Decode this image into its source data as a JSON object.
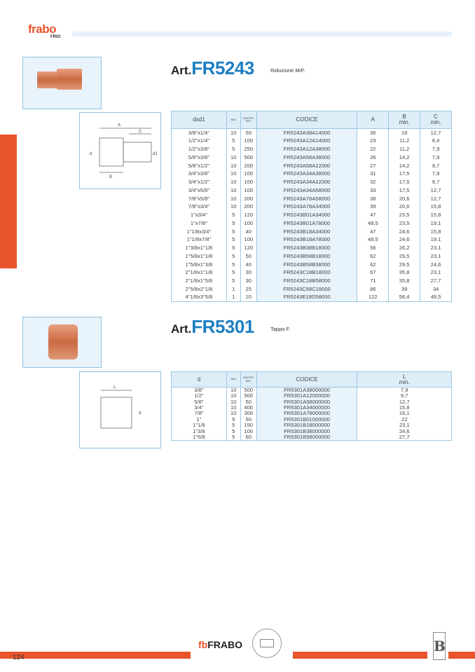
{
  "header": {
    "logo": "frabo",
    "logo_sub": "FRIO"
  },
  "footer": {
    "page_number": "124",
    "brand": "FRABO",
    "brand_mark": "fb",
    "bgroup": "B"
  },
  "colors": {
    "accent": "#e8542c",
    "brand_blue": "#1d7ec2",
    "table_header": "#ddeef9"
  },
  "products": [
    {
      "art": "Art.",
      "code": "FR5243",
      "desc": "Riduzione M/F.",
      "drawing_labels": [
        "A",
        "C",
        "B",
        "d",
        "d1"
      ],
      "headers": [
        "dxd1",
        "BAG",
        "MASTER BOX",
        "CODICE",
        "A",
        "B min.",
        "C min."
      ],
      "rows": [
        [
          "3/8\"x1/4\"",
          "10",
          "50",
          "FR5243A38A14000",
          "35",
          "18",
          "12,7"
        ],
        [
          "1/2\"x1/4\"",
          "5",
          "100",
          "FR5243A12A14000",
          "23",
          "11,2",
          "6,4"
        ],
        [
          "1/2\"x3/8\"",
          "5",
          "250",
          "FR5243A12A38000",
          "22",
          "11,2",
          "7,9"
        ],
        [
          "5/8\"x3/8\"",
          "10",
          "500",
          "FR5243A58A38000",
          "26",
          "14,2",
          "7,9"
        ],
        [
          "5/8\"x1/2\"",
          "10",
          "200",
          "FR5243A58A12000",
          "27",
          "14,2",
          "9,7"
        ],
        [
          "3/4\"x3/8\"",
          "10",
          "100",
          "FR5243A34A38000",
          "31",
          "17,5",
          "7,9"
        ],
        [
          "3/4\"x1/2\"",
          "10",
          "100",
          "FR5243A34A12000",
          "32",
          "17,5",
          "9,7"
        ],
        [
          "3/4\"x5/8\"",
          "10",
          "100",
          "FR5243A34A58000",
          "33",
          "17,5",
          "12,7"
        ],
        [
          "7/8\"x5/8\"",
          "10",
          "200",
          "FR5243A78A58000",
          "38",
          "20,6",
          "12,7"
        ],
        [
          "7/8\"x3/4\"",
          "10",
          "200",
          "FR5243A78A34000",
          "39",
          "20,6",
          "15,8"
        ],
        [
          "1\"x3/4\"",
          "5",
          "120",
          "FR5243B01A34000",
          "47",
          "23,5",
          "15,8"
        ],
        [
          "1\"x7/8\"",
          "5",
          "100",
          "FR5243B01A78000",
          "48,5",
          "23,5",
          "19,1"
        ],
        [
          "1\"1/8x3/4\"",
          "5",
          "40",
          "FR5243B18A34000",
          "47",
          "24,6",
          "15,8"
        ],
        [
          "1\"1/8x7/8\"",
          "5",
          "100",
          "FR5243B18A78000",
          "48,5",
          "24,6",
          "19,1"
        ],
        [
          "1\"3/8x1\"1/8",
          "5",
          "120",
          "FR5243B38B18000",
          "56",
          "26,2",
          "23,1"
        ],
        [
          "1\"5/8x1\"1/8",
          "5",
          "50",
          "FR5243B58B18000",
          "62",
          "29,5",
          "23,1"
        ],
        [
          "1\"5/8x1\"3/8",
          "5",
          "40",
          "FR5243B58B38000",
          "62",
          "29,5",
          "24,6"
        ],
        [
          "2\"1/8x1\"1/8",
          "5",
          "30",
          "FR5243C18B18000",
          "67",
          "35,8",
          "23,1"
        ],
        [
          "2\"1/8x1\"5/8",
          "5",
          "30",
          "FR5243C18B58000",
          "71",
          "35,8",
          "27,7"
        ],
        [
          "2\"5/8x2\"1/8",
          "1",
          "25",
          "FR5243C58C18000",
          "86",
          "39",
          "34"
        ],
        [
          "4\"1/8x3\"5/8",
          "1",
          "10",
          "FR5243E18D58000",
          "122",
          "56,4",
          "48,5"
        ]
      ]
    },
    {
      "art": "Art.",
      "code": "FR5301",
      "desc": "Tappo F.",
      "drawing_labels": [
        "L",
        "d"
      ],
      "headers": [
        "d",
        "BAG",
        "MASTER BOX",
        "CODICE",
        "L min."
      ],
      "rows": [
        [
          "3/8\"",
          "10",
          "500",
          "FR5301A38000000",
          "7,9"
        ],
        [
          "1/2\"",
          "10",
          "500",
          "FR5301A12000000",
          "9,7"
        ],
        [
          "5/8\"",
          "10",
          "50",
          "FR5301A58000000",
          "12,7"
        ],
        [
          "3/4\"",
          "10",
          "400",
          "FR5301A34000000",
          "15,8"
        ],
        [
          "7/8\"",
          "10",
          "300",
          "FR5301A78000000",
          "19,1"
        ],
        [
          "1\"",
          "5",
          "50",
          "FR5301B01000000",
          "22"
        ],
        [
          "1\"1/8",
          "5",
          "150",
          "FR5301B18000000",
          "23,1"
        ],
        [
          "1\"3/8",
          "5",
          "100",
          "FR5301B38000000",
          "24,6"
        ],
        [
          "1\"5/8",
          "5",
          "60",
          "FR5301B58000000",
          "27,7"
        ]
      ]
    }
  ]
}
